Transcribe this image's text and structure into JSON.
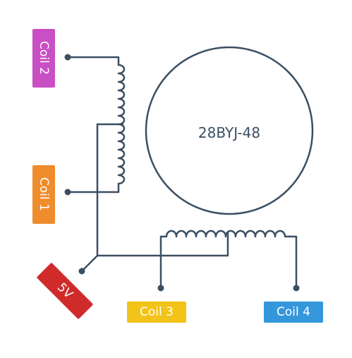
{
  "motor": {
    "name": "28BYJ-48"
  },
  "labels": {
    "coil2": "Coil 2",
    "coil1": "Coil 1",
    "coil3": "Coil 3",
    "coil4": "Coil 4",
    "supply": "5V"
  },
  "colors": {
    "wire": "#3b4f63",
    "coil2": "#c94fc4",
    "coil1": "#ef8c2b",
    "coil3": "#f2c318",
    "coil4": "#3497dc",
    "supply": "#cf2b2b",
    "label_text": "#ffffff"
  }
}
